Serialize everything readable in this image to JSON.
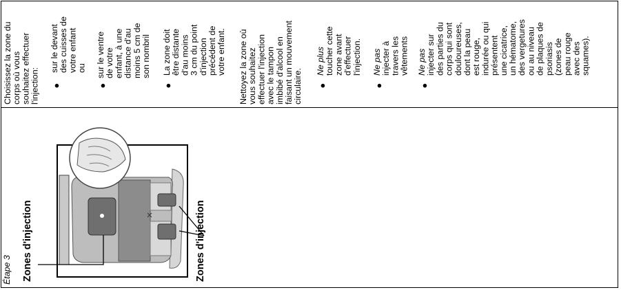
{
  "instructions": {
    "choose_zone": "Choisissez la zone du\ncorps où vous\nsouhaitez effectuer\nl'injection:",
    "option_1": "sur le devant\ndes cuisses de\nvotre enfant\nou",
    "option_2": "sur le ventre\nde votre\nenfant, à une\ndistance d'au\nmoins 5 cm de\nson nombril",
    "distance_note": "La zone doit\nêtre distante\nd'au moins\n3 cm du point\nd'injection\nprécédent de\nvotre enfant.",
    "clean": "Nettoyez la zone où\nvous souhaitez\neffectuer l'injection\navec le tampon\nimbibé d'alcool en\nfaisant un mouvement\ncirculaire.",
    "warning_1_em": "Ne plus",
    "warning_1": "toucher cette\nzone avant\nd'effectuer\nl'injection.",
    "warning_2_em": "Ne pas",
    "warning_2": "injecter à\ntravers les\nvêtements",
    "warning_3_em": "Ne pas",
    "warning_3": "injecter sur\ndes parties du\ncorps qui sont\ndouloureuses,\ndont la peau\nest rouge,\nindurée ou qui\nprésentent\nune cicatrice,\nun hématome,\ndes vergetures\nou au niveau\nde plaques de\npsoriasis\n(zones de\npeau rouge\navec des\nsquames)."
  },
  "figure": {
    "step_label": "Étape 3",
    "zones_label_left": "Zones d'injection",
    "zones_label_right": "Zones d'injection"
  }
}
